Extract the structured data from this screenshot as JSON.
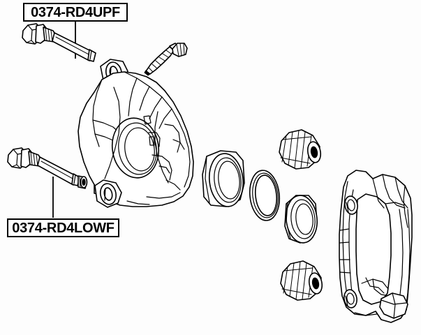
{
  "diagram": {
    "title": "Front brake caliper exploded assembly",
    "background_color": "#fdfdfd",
    "line_color": "#000000",
    "labels": [
      {
        "id": "upper",
        "text": "0374-RD4UPF",
        "points_to": "upper-guide-pin-bolt"
      },
      {
        "id": "lower",
        "text": "0374-RD4LOWF",
        "points_to": "lower-guide-pin-bolt"
      }
    ],
    "parts": [
      {
        "name": "upper-guide-pin-bolt",
        "description": "Upper caliper guide pin bolt with hex head"
      },
      {
        "name": "lower-guide-pin-bolt",
        "description": "Lower caliper guide pin bolt with hex head"
      },
      {
        "name": "guide-pin-bushing",
        "description": "Small guide pin bushing"
      },
      {
        "name": "guide-pin-sleeve",
        "description": "Small guide pin sleeve"
      },
      {
        "name": "bleeder-screw",
        "description": "Brake bleeder screw"
      },
      {
        "name": "bleeder-cap",
        "description": "Brake bleeder screw cap"
      },
      {
        "name": "caliper-body",
        "description": "Brake caliper housing body"
      },
      {
        "name": "caliper-piston",
        "description": "Brake caliper piston"
      },
      {
        "name": "piston-seal",
        "description": "Piston square-cut seal ring"
      },
      {
        "name": "piston-dust-boot",
        "description": "Piston dust boot ring"
      },
      {
        "name": "upper-pin-boot",
        "description": "Upper guide pin rubber boot"
      },
      {
        "name": "lower-pin-boot",
        "description": "Lower guide pin rubber boot"
      },
      {
        "name": "caliper-bracket",
        "description": "Caliper mounting bracket"
      }
    ]
  }
}
